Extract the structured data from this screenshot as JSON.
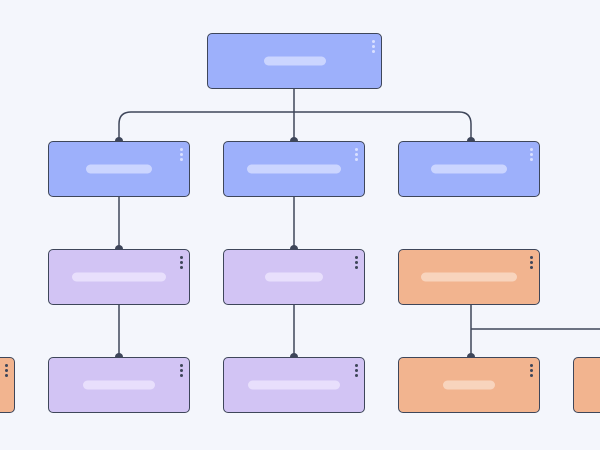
{
  "diagram": {
    "type": "org-chart",
    "colors": {
      "background": "#f4f6fc",
      "line": "#3e465a",
      "level_1": "#9db0fb",
      "level_2": "#9db0fb",
      "level_3_branch": "#d2c4f4",
      "level_3_side": "#f2b48f"
    },
    "nodes": [
      {
        "id": "root",
        "label": "",
        "color": "blue"
      },
      {
        "id": "l1-a",
        "label": "",
        "color": "blue"
      },
      {
        "id": "l1-b",
        "label": "",
        "color": "blue"
      },
      {
        "id": "l1-c",
        "label": "",
        "color": "blue"
      },
      {
        "id": "l2-a",
        "label": "",
        "color": "purple"
      },
      {
        "id": "l2-b",
        "label": "",
        "color": "purple"
      },
      {
        "id": "l2-c",
        "label": "",
        "color": "orange"
      },
      {
        "id": "l3-a",
        "label": "",
        "color": "purple"
      },
      {
        "id": "l3-b",
        "label": "",
        "color": "purple"
      },
      {
        "id": "l3-c",
        "label": "",
        "color": "orange"
      },
      {
        "id": "l3-left-edge",
        "label": "",
        "color": "orange"
      },
      {
        "id": "l3-right-edge",
        "label": "",
        "color": "orange"
      }
    ],
    "edges": [
      [
        "root",
        "l1-a"
      ],
      [
        "root",
        "l1-b"
      ],
      [
        "root",
        "l1-c"
      ],
      [
        "l1-a",
        "l2-a"
      ],
      [
        "l1-b",
        "l2-b"
      ],
      [
        "l2-a",
        "l3-a"
      ],
      [
        "l2-b",
        "l3-b"
      ],
      [
        "l2-c",
        "l3-c"
      ],
      [
        "l2-c",
        "l3-right-edge"
      ]
    ],
    "icons": {
      "node_menu": "kebab-menu-icon",
      "connector_dot": "connector-dot-icon"
    }
  }
}
